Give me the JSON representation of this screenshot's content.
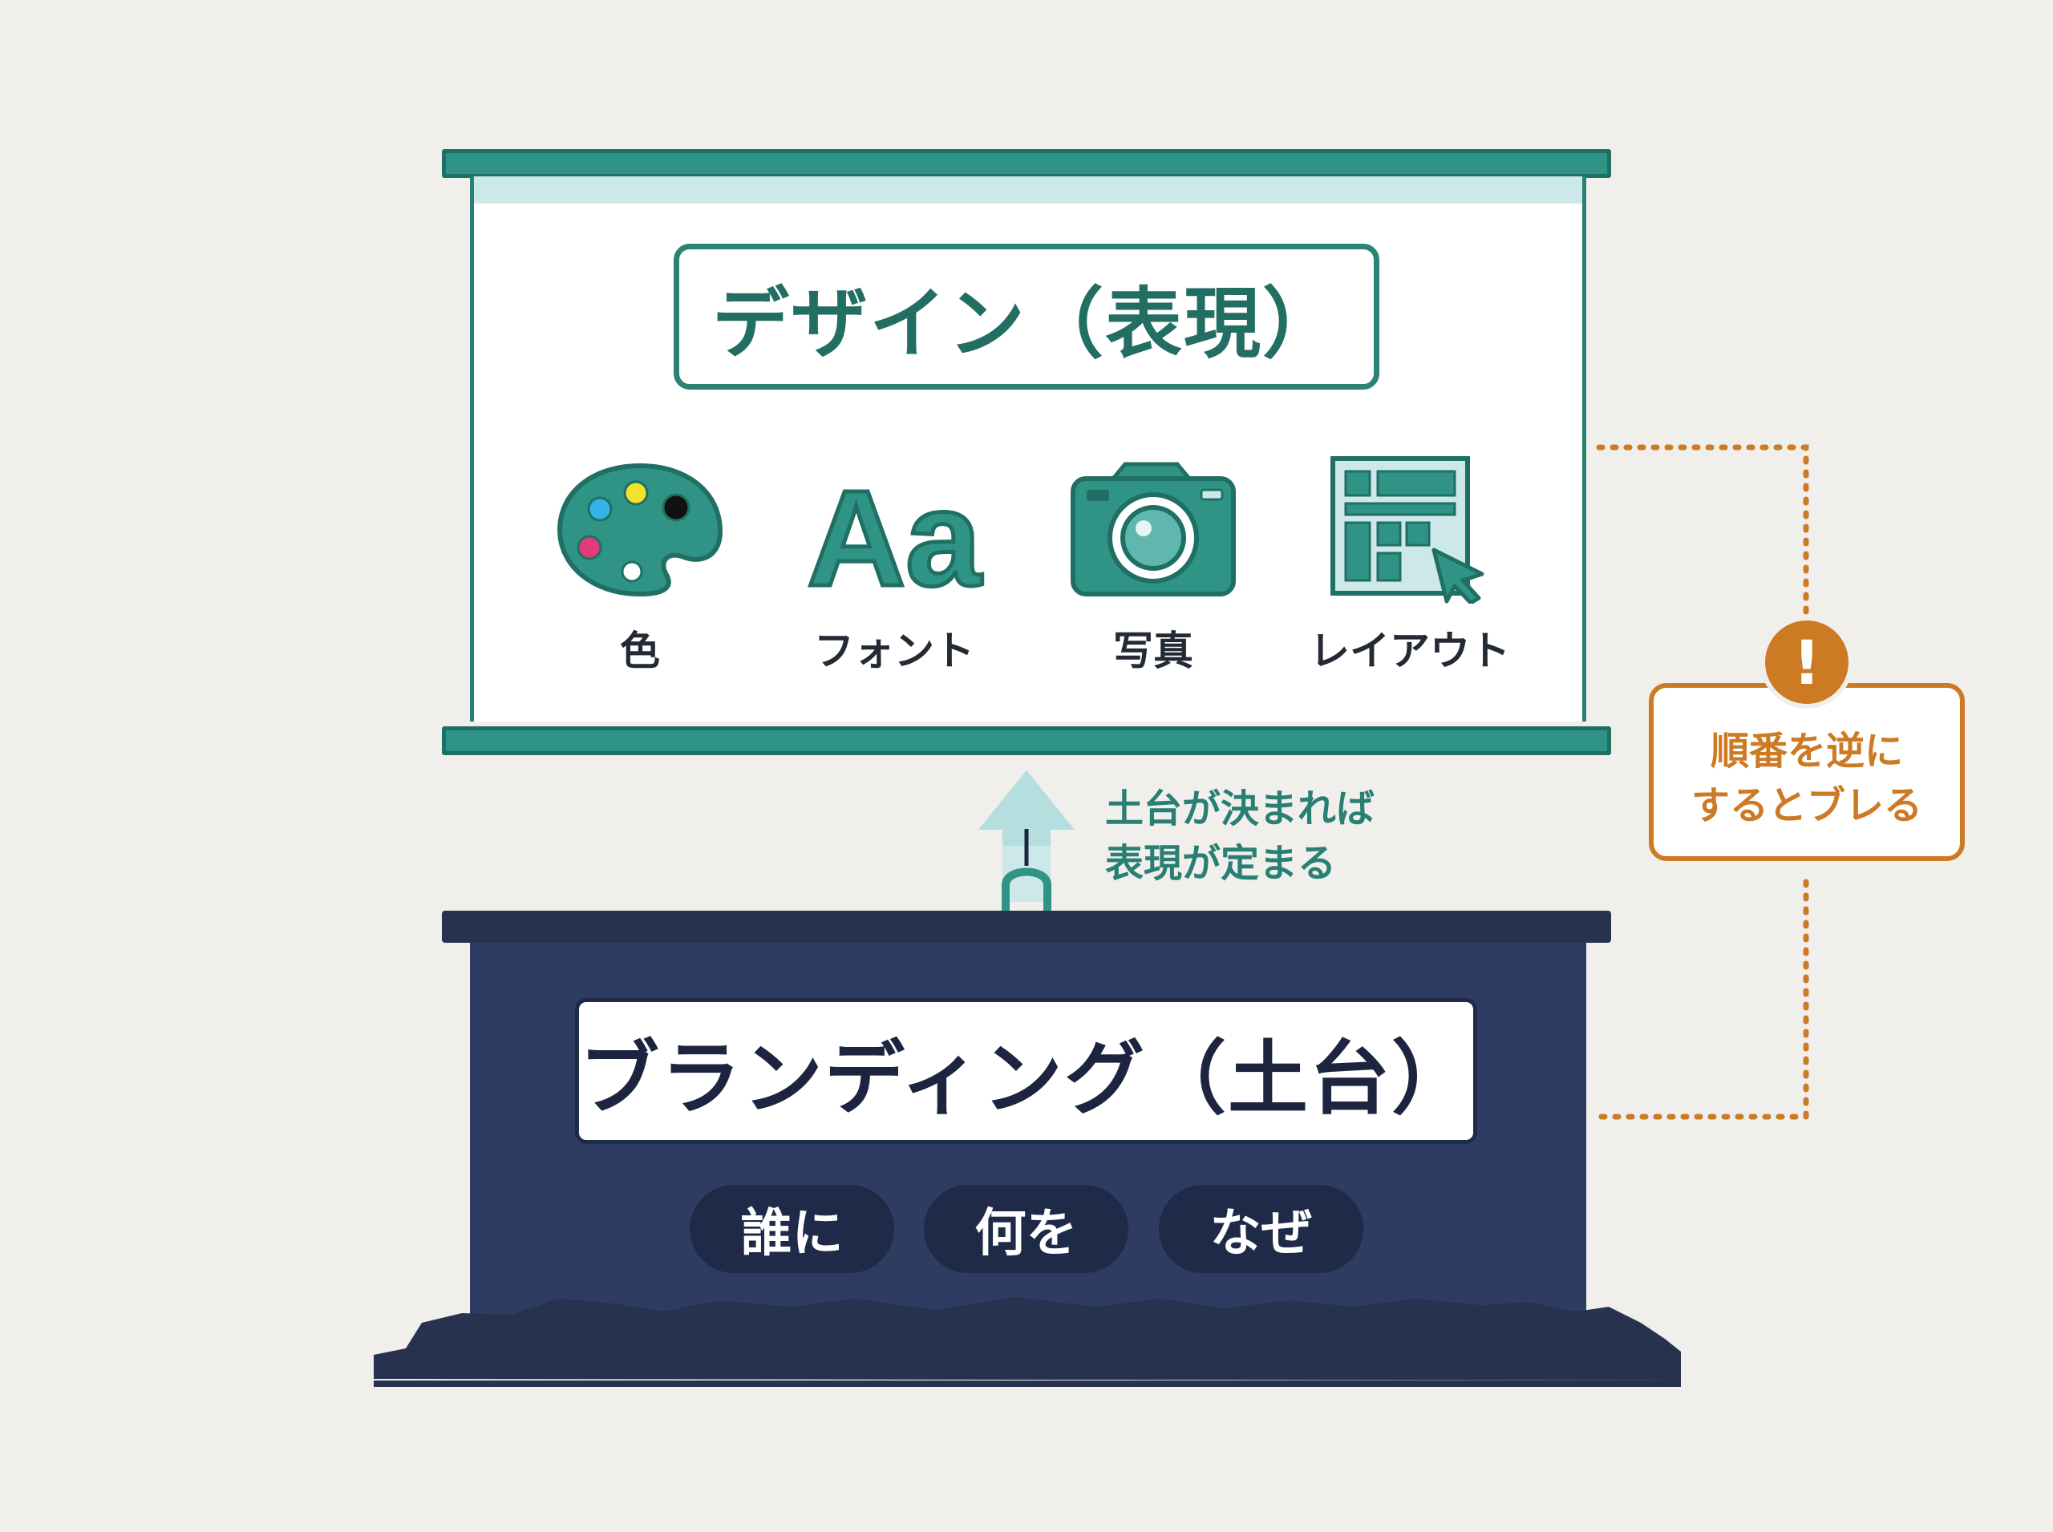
{
  "design": {
    "title": "デザイン（表現）",
    "items": [
      {
        "label": "色",
        "icon": "palette-icon"
      },
      {
        "label": "フォント",
        "icon": "font-aa-icon"
      },
      {
        "label": "写真",
        "icon": "camera-icon"
      },
      {
        "label": "レイアウト",
        "icon": "layout-grid-icon"
      }
    ],
    "icon_texts": {
      "font_glyph": "Aa"
    }
  },
  "arrow": {
    "caption_line1": "土台が決まれば",
    "caption_line2": "表現が定まる"
  },
  "warning": {
    "icon_glyph": "!",
    "line1": "順番を逆に",
    "line2": "するとブレる"
  },
  "branding": {
    "title": "ブランディング（土台）",
    "tags": [
      "誰に",
      "何を",
      "なぜ"
    ]
  },
  "colors": {
    "teal": "#2f9485",
    "navy": "#2e3c62",
    "orange": "#cd7a24",
    "background": "#f1efeb"
  }
}
